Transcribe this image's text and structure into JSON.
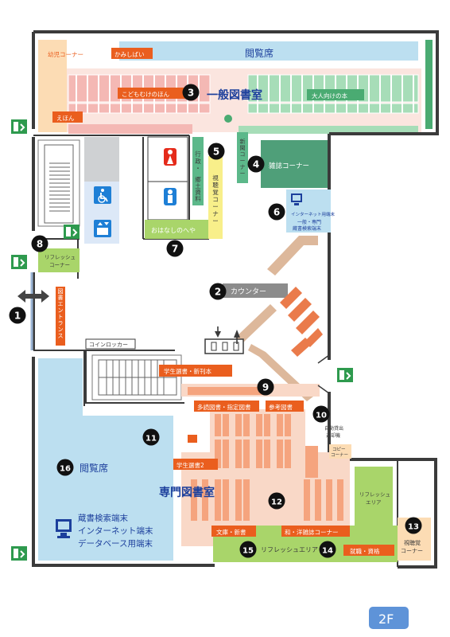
{
  "floor_badge": "2F",
  "numbers": [
    "1",
    "2",
    "3",
    "4",
    "5",
    "6",
    "7",
    "8",
    "9",
    "10",
    "11",
    "12",
    "13",
    "14",
    "15",
    "16"
  ],
  "labels": {
    "kids_corner": "幼児コーナー",
    "kamishibai": "かみしばい",
    "reading_top": "閲覧席",
    "kodomo_books": "こどもむけのほん",
    "general_library": "一般図書室",
    "adult_books": "大人向けの本",
    "ehon": "えほん",
    "gyosei_1": "行政・",
    "gyosei_2": "郷土資料",
    "shichokaku_v": "視聴覚コーナー",
    "shinbun": "新聞コーナー",
    "magazine": "雑誌コーナー",
    "internet_terminal": "インターネット用端末",
    "search_terminal_1": "一般・専門",
    "search_terminal_2": "蔵書検索端末",
    "ohanashi": "おはなしのへや",
    "refresh_corner_1": "リフレッシュ",
    "refresh_corner_2": "コーナー",
    "counter": "カウンター",
    "entrance": "図書エントランス",
    "coin_locker": "コインロッカー",
    "student_new": "学生選書・新刊本",
    "multi_copy": "多読図書・指定図書",
    "reference": "参考図書",
    "self_checkout_1": "自動貸出",
    "self_checkout_2": "返却機",
    "copy_corner_1": "コピー",
    "copy_corner_2": "コーナー",
    "student_2": "学生選書2",
    "reading_16": "閲覧席",
    "special_library": "専門図書室",
    "catalog_search": "蔵書検索端末",
    "internet_pc": "インターネット端末",
    "database_pc": "データベース用端末",
    "refresh_area_1": "リフレッシュ",
    "refresh_area_2": "エリア",
    "bunko": "文庫・新書",
    "wayo_magazine": "和・洋雑誌コーナー",
    "shuushoku": "就職・資格",
    "refresh_area_bottom": "リフレッシュエリア",
    "av_corner_1": "視聴覚",
    "av_corner_2": "コーナー"
  },
  "icons": [
    "emergency-exit-icon",
    "wheelchair-icon",
    "elevator-icon",
    "female-restroom-icon",
    "male-restroom-icon",
    "computer-terminal-icon",
    "entrance-arrow-icon",
    "entry-gate-icon"
  ],
  "colors": {
    "light_blue": "#bcdff0",
    "mint": "#a7ddb8",
    "green": "#4aab72",
    "dark_green": "#4f9f79",
    "pink": "#f4b8b4",
    "salmon": "#ec9a8c",
    "orange": "#ea5e1e",
    "peach": "#f5a47e",
    "tan": "#ddb89b",
    "light_green": "#a9d56a",
    "yellow": "#f8ef8a",
    "navy": "#1c3f9c",
    "badge_blue": "#5e93d8"
  }
}
